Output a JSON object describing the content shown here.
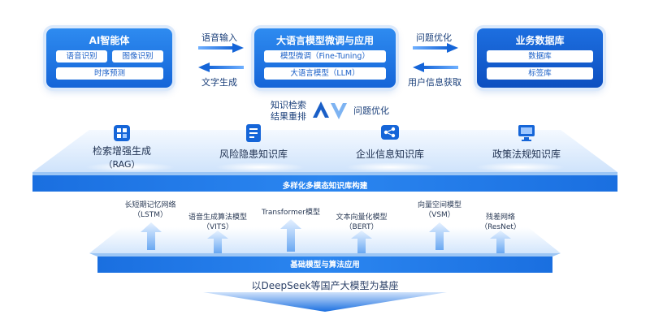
{
  "top": {
    "ai": {
      "title": "AI智能体",
      "items": [
        "语音识别",
        "图像识别",
        "时序预测"
      ]
    },
    "llm": {
      "title": "大语言模型微调与应用",
      "items": [
        "模型微调（Fine-Tuning）",
        "大语言模型（LLM）"
      ]
    },
    "db": {
      "title": "业务数据库",
      "items": [
        "数据库",
        "标签库"
      ]
    },
    "arrows": {
      "voice_input": "语音输入",
      "text_gen": "文字生成",
      "problem_opt": "问题优化",
      "user_info": "用户信息获取"
    }
  },
  "middle_arrows": {
    "left_line1": "知识检索",
    "left_line2": "结果重排",
    "right": "问题优化"
  },
  "knowledge": {
    "items": [
      {
        "icon": "grid-icon",
        "label": "检索增强生成",
        "sub": "（RAG）"
      },
      {
        "icon": "document-icon",
        "label": "风险隐患知识库",
        "sub": ""
      },
      {
        "icon": "share-icon",
        "label": "企业信息知识库",
        "sub": ""
      },
      {
        "icon": "monitor-icon",
        "label": "政策法规知识库",
        "sub": ""
      }
    ],
    "band": "多样化多模态知识库构建"
  },
  "models": {
    "items": [
      {
        "l1": "长短期记忆网络",
        "l2": "（LSTM）"
      },
      {
        "l1": "语音生成算法模型",
        "l2": "（VITS）"
      },
      {
        "l1": "Transformer模型",
        "l2": ""
      },
      {
        "l1": "文本向量化模型",
        "l2": "（BERT）"
      },
      {
        "l1": "向量空间模型",
        "l2": "（VSM）"
      },
      {
        "l1": "残差网络",
        "l2": "（ResNet）"
      }
    ],
    "band": "基础模型与算法应用"
  },
  "base": {
    "title": "以DeepSeek等国产大模型为基座"
  },
  "colors": {
    "primary": "#1565d8",
    "light": "#dbe9fb",
    "band": "#1a6fe0"
  }
}
